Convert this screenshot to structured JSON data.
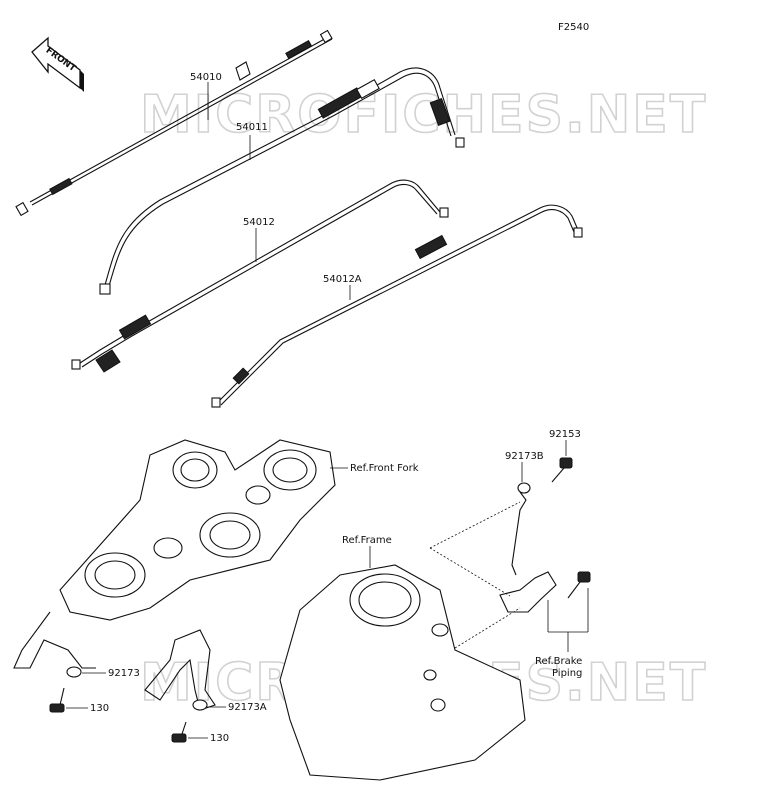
{
  "figure_code": "F2540",
  "front_arrow_label": "FRONT",
  "watermark": "MICROFICHES.NET",
  "labels": {
    "p54010": "54010",
    "p54011": "54011",
    "p54012": "54012",
    "p54012A": "54012A",
    "p92153": "92153",
    "p92173B": "92173B",
    "ref_front_fork": "Ref.Front Fork",
    "ref_frame": "Ref.Frame",
    "ref_brake_piping_1": "Ref.Brake",
    "ref_brake_piping_2": "Piping",
    "p92173": "92173",
    "p130_a": "130",
    "p92173A": "92173A",
    "p130_b": "130"
  }
}
